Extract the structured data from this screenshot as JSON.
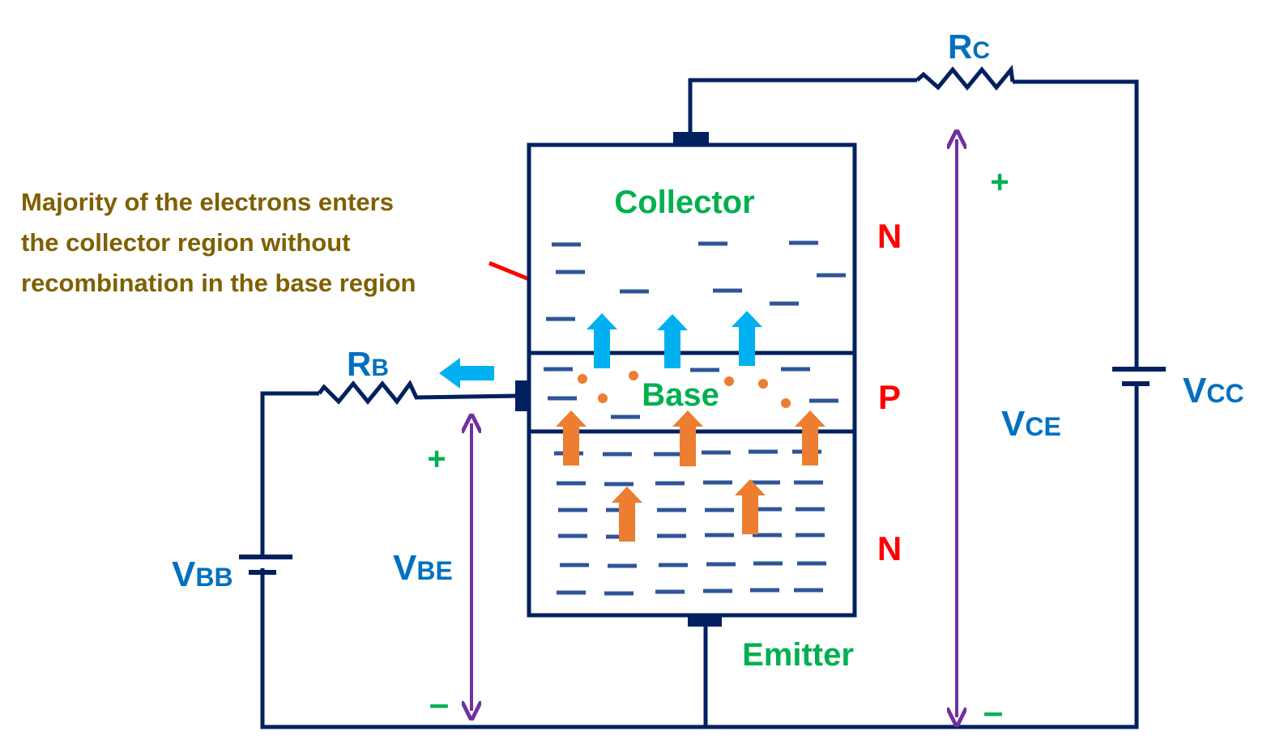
{
  "note": {
    "lines": [
      "Majority of the electrons enters",
      "the collector region without",
      "recombination in the base region"
    ]
  },
  "regions": {
    "collector": {
      "name": "Collector",
      "type": "N"
    },
    "base": {
      "name": "Base",
      "type": "P"
    },
    "emitter": {
      "name": "Emitter",
      "type": "N"
    }
  },
  "components": {
    "rc": {
      "main": "R",
      "sub": "C"
    },
    "rb": {
      "main": "R",
      "sub": "B"
    },
    "vcc": {
      "main": "V",
      "sub": "CC"
    },
    "vbb": {
      "main": "V",
      "sub": "BB"
    },
    "vce": {
      "main": "V",
      "sub": "CE"
    },
    "vbe": {
      "main": "V",
      "sub": "BE"
    }
  },
  "polarity": {
    "plus": "+",
    "minus": "–"
  },
  "colors": {
    "wire": "#002060",
    "label_blue": "#0070c0",
    "region_green": "#00b050",
    "type_red": "#ff0000",
    "note_brown": "#7f6000",
    "electron": "#2f5597",
    "hole": "#ed7d31",
    "electron_flow": "#00b0f0",
    "voltage_arrow": "#7030a0"
  }
}
